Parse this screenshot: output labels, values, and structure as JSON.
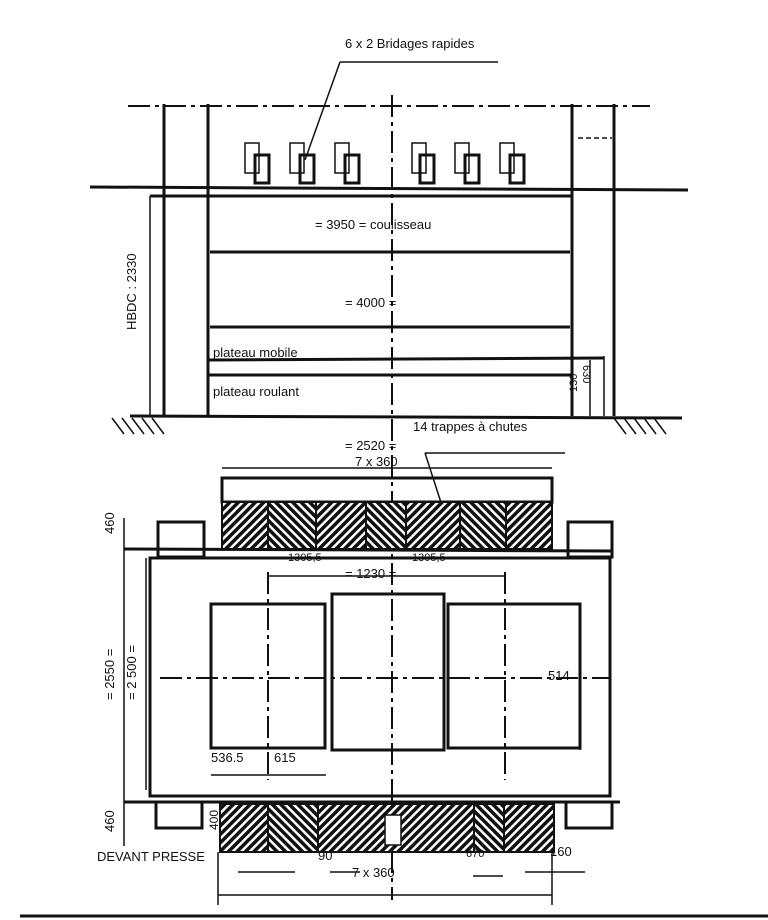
{
  "labels": {
    "clamps": "6 x 2 Bridages rapides",
    "slide": "= 3950 = coulisseau",
    "width4000": "= 4000 =",
    "bolster_mobile": "plateau mobile",
    "bolster_rolling": "plateau roulant",
    "hbdc": "HBDC : 2330",
    "dim130": "130",
    "dim630": "630",
    "scrap_doors": "14 trappes à chutes",
    "dim2520": "= 2520 =",
    "dim7x360_top": "7 x 360",
    "dim460_top": "460",
    "dim1305_left": "1305,5",
    "dim1305_right": "1305,5",
    "dim1230": "= 1230 =",
    "dim2550": "= 2550 =",
    "dim2500": "= 2 500 =",
    "dim514": "514",
    "dim536": "536.5",
    "dim615": "615",
    "dim460_bottom": "460",
    "dim400": "400",
    "front": "DEVANT PRESSE",
    "dim90": "90",
    "dim7x360_bottom": "7 x 360",
    "dim670": "670",
    "dim160": "160"
  }
}
